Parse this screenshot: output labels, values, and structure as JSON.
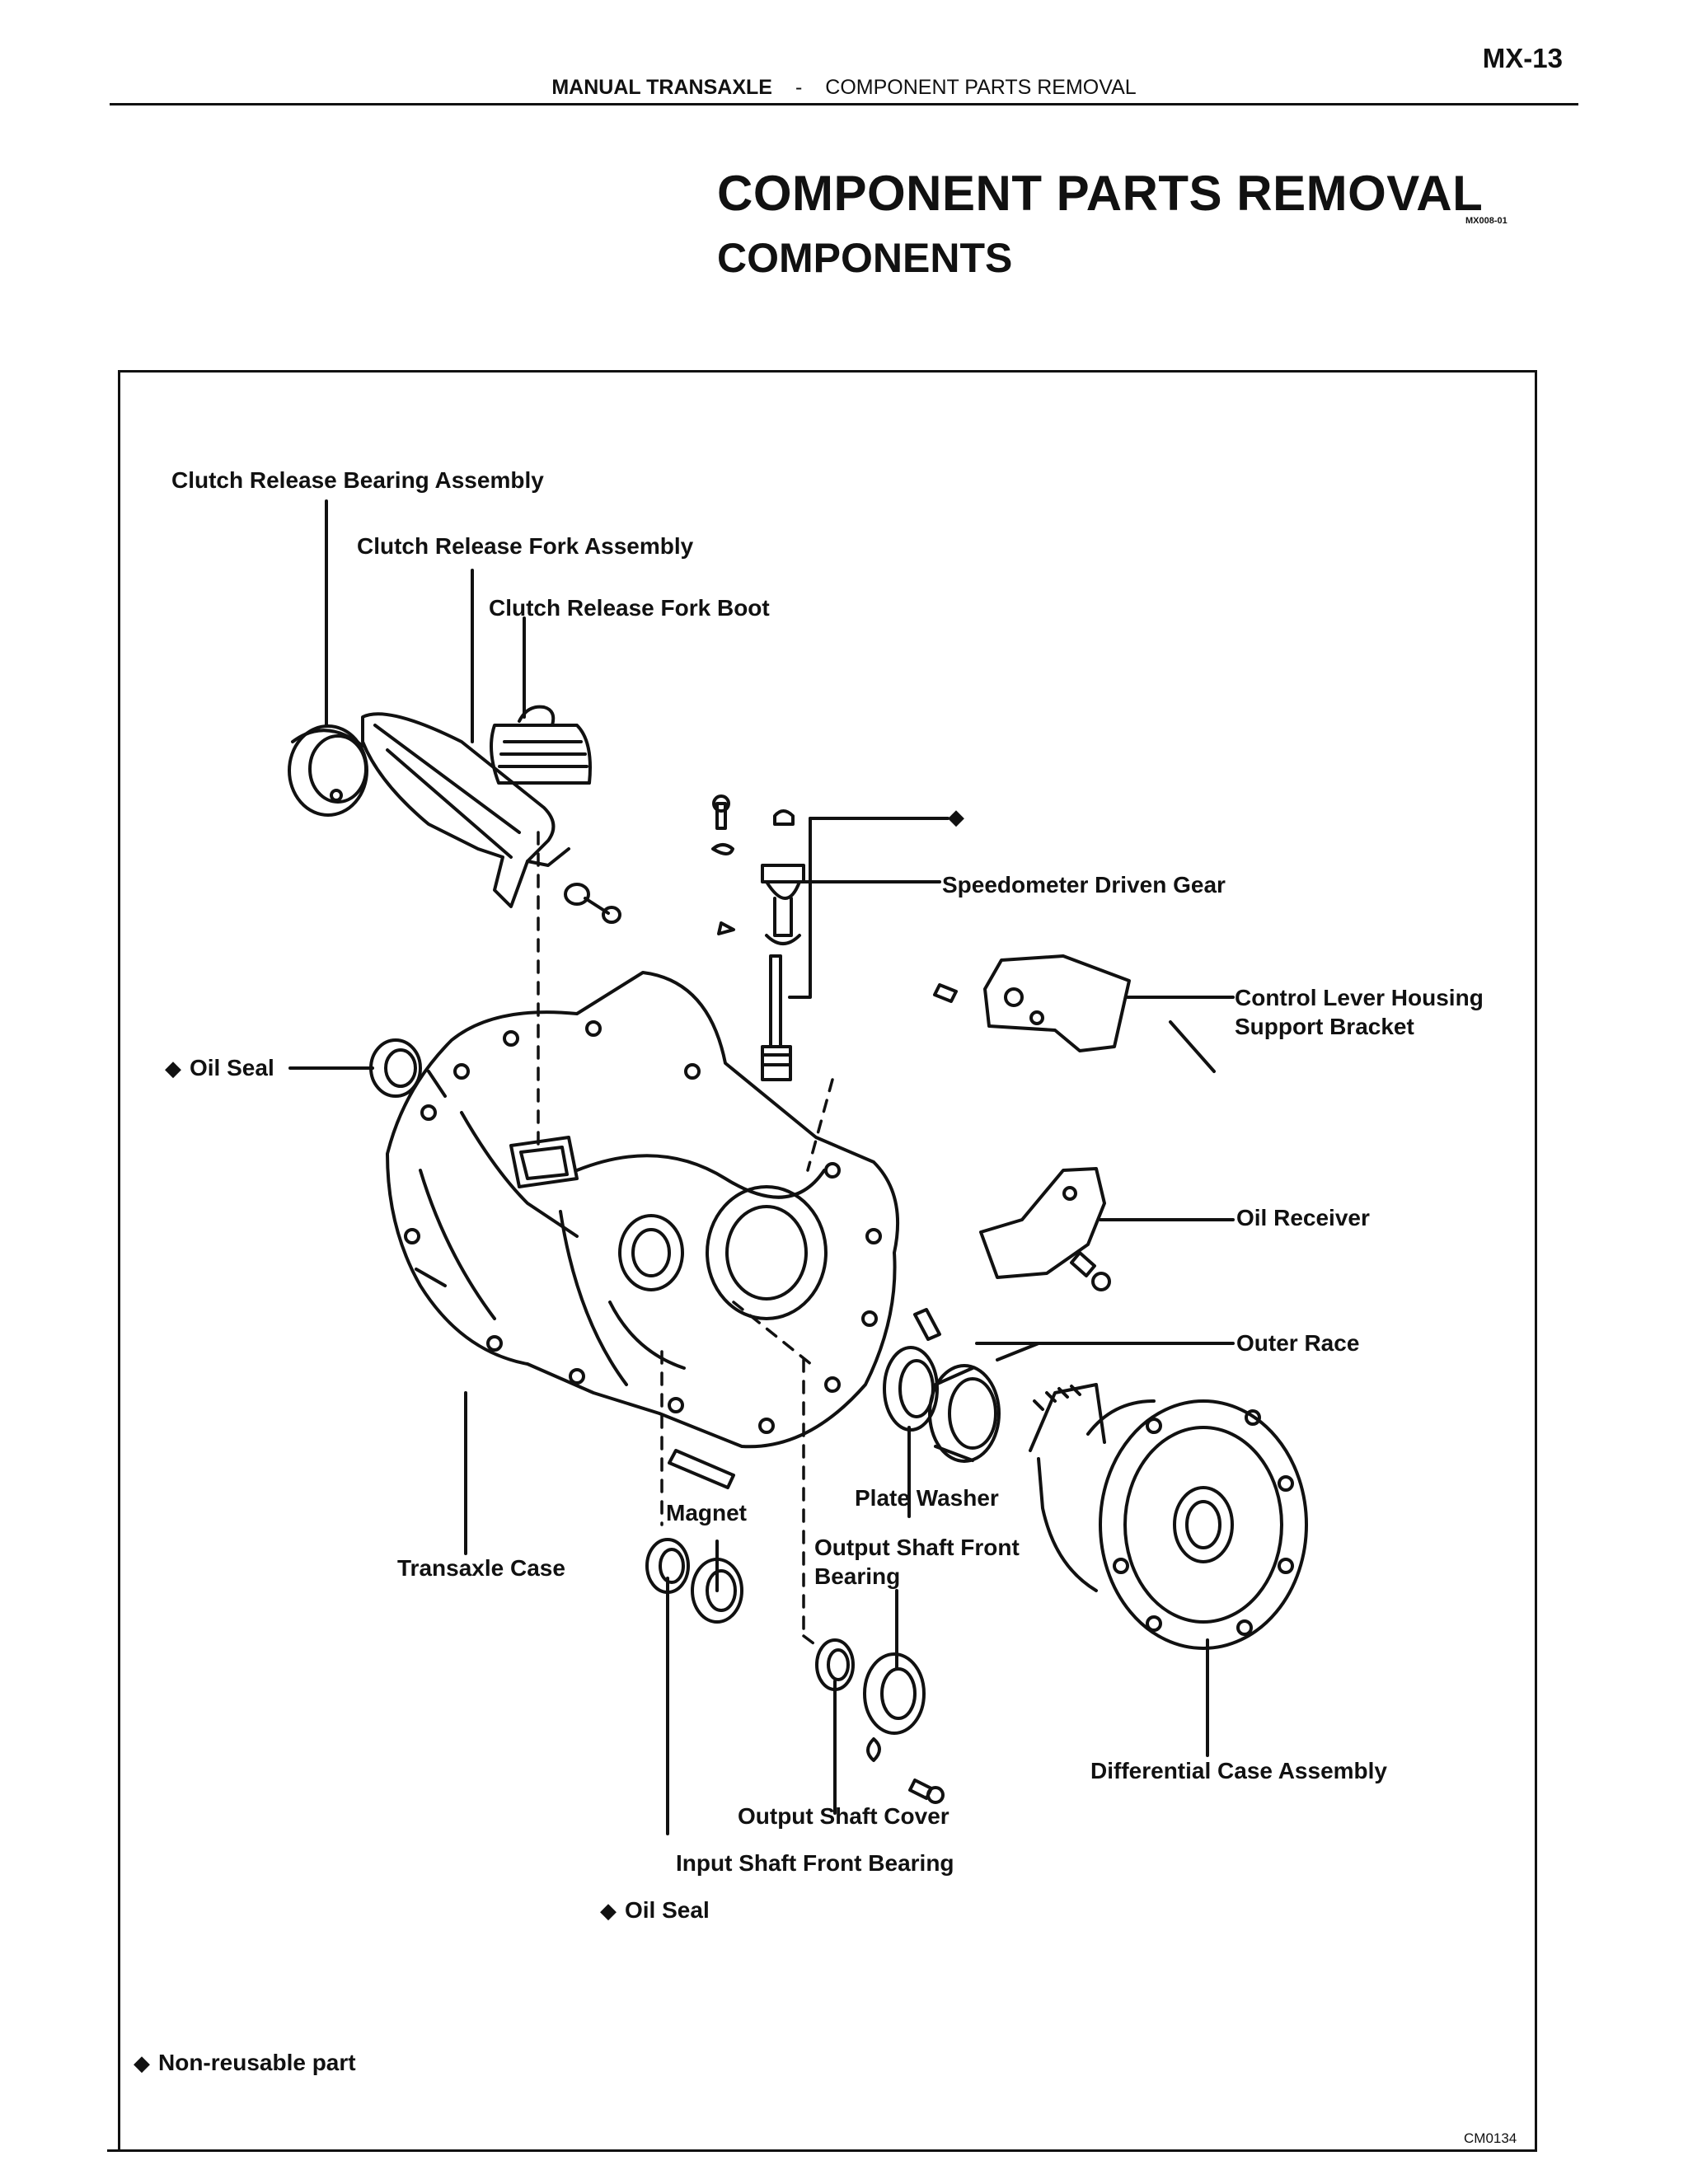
{
  "header": {
    "page_number": "MX-13",
    "section": "MANUAL TRANSAXLE",
    "separator": "-",
    "subsection": "COMPONENT PARTS REMOVAL"
  },
  "title": "COMPONENT PARTS REMOVAL",
  "doc_code": "MX008-01",
  "subtitle": "COMPONENTS",
  "figure_id": "CM0134",
  "labels": {
    "clutch_release_bearing": "Clutch Release Bearing Assembly",
    "clutch_release_fork": "Clutch Release Fork Assembly",
    "clutch_release_fork_boot": "Clutch Release Fork Boot",
    "speedometer_driven_gear": "Speedometer Driven Gear",
    "control_lever_bracket_1": "Control Lever Housing",
    "control_lever_bracket_2": "Support Bracket",
    "oil_seal_left": "Oil Seal",
    "oil_receiver": "Oil Receiver",
    "outer_race": "Outer Race",
    "plate_washer": "Plate Washer",
    "magnet": "Magnet",
    "transaxle_case": "Transaxle Case",
    "output_shaft_front_bearing_1": "Output Shaft Front",
    "output_shaft_front_bearing_2": "Bearing",
    "differential_case": "Differential Case Assembly",
    "output_shaft_cover": "Output Shaft Cover",
    "input_shaft_front_bearing": "Input Shaft Front Bearing",
    "oil_seal_bottom": "Oil Seal"
  },
  "legend": {
    "symbol": "◆",
    "text": "Non-reusable part"
  },
  "icons": {
    "non_reusable_marker": "diamond-icon"
  }
}
